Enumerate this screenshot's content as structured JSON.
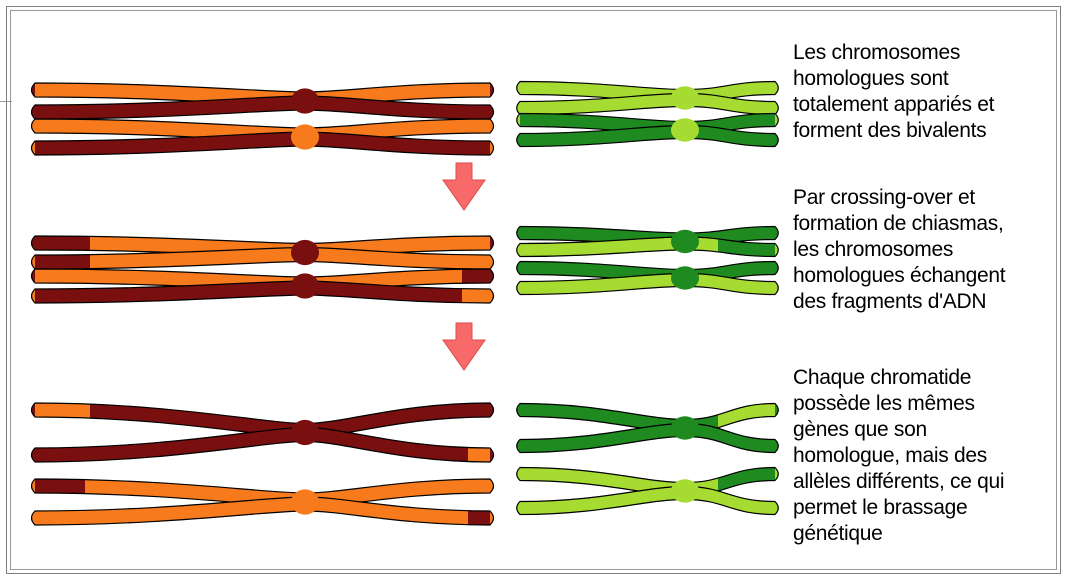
{
  "colors": {
    "dark_red": "#7a0f0f",
    "orange": "#f77a1c",
    "dark_green": "#1f8a1f",
    "light_green": "#a6dc32",
    "arrow": "#f86a6a",
    "outline": "#000000"
  },
  "steps": [
    {
      "caption_lines": [
        "Les chromosomes",
        "homologues sont",
        "totalement appariés et",
        "forment des bivalents"
      ]
    },
    {
      "caption_lines": [
        "Par crossing-over et",
        "formation de chiasmas,",
        "les chromosomes",
        "homologues échangent",
        "des fragments d'ADN"
      ]
    },
    {
      "caption_lines": [
        "Chaque chromatide",
        "possède les mêmes",
        "gènes que son",
        "homologue, mais des",
        "allèles différents, ce qui",
        "permet le brassage",
        "génétique"
      ]
    }
  ],
  "icons": [
    "down-arrow-icon",
    "down-arrow-icon"
  ]
}
